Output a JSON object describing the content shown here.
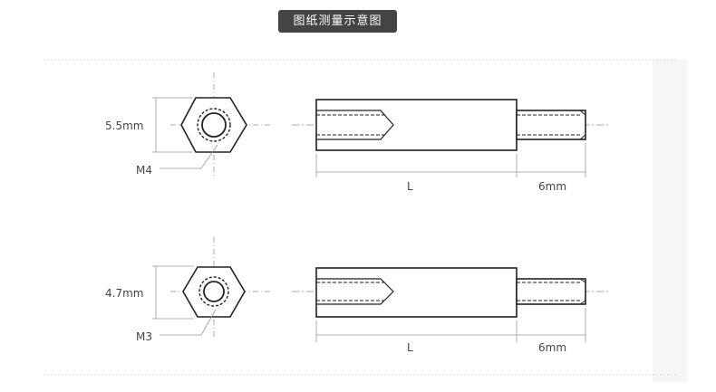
{
  "header": {
    "title": "图纸测量示意图"
  },
  "diagrams": [
    {
      "hex_width_label": "5.5mm",
      "thread_label": "M4",
      "length_label": "L",
      "stud_label": "6mm"
    },
    {
      "hex_width_label": "4.7mm",
      "thread_label": "M3",
      "length_label": "L",
      "stud_label": "6mm"
    }
  ],
  "colors": {
    "badge": "#444444",
    "line": "#222222",
    "dim": "#999999",
    "dash": "#bbbbbb"
  }
}
